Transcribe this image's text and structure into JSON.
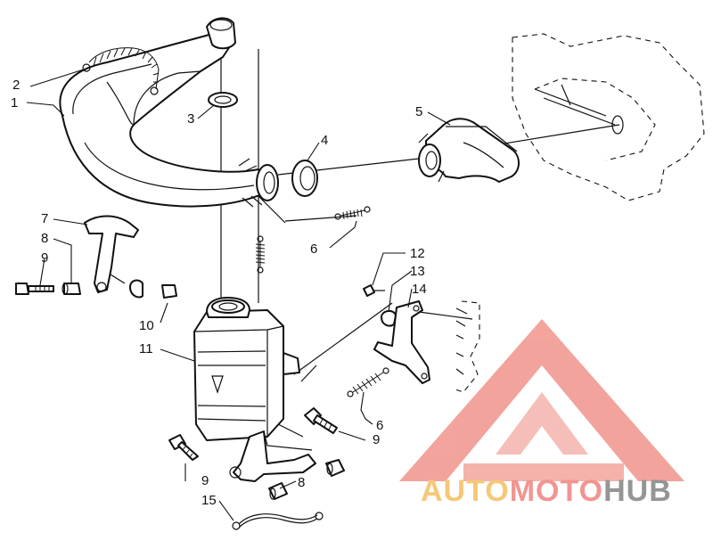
{
  "diagram": {
    "callouts": [
      {
        "id": "c1",
        "label": "1"
      },
      {
        "id": "c2",
        "label": "2"
      },
      {
        "id": "c3",
        "label": "3"
      },
      {
        "id": "c4",
        "label": "4"
      },
      {
        "id": "c5",
        "label": "5"
      },
      {
        "id": "c6a",
        "label": "6"
      },
      {
        "id": "c6b",
        "label": "6"
      },
      {
        "id": "c7",
        "label": "7"
      },
      {
        "id": "c8a",
        "label": "8"
      },
      {
        "id": "c8b",
        "label": "8"
      },
      {
        "id": "c9a",
        "label": "9"
      },
      {
        "id": "c9b",
        "label": "9"
      },
      {
        "id": "c9c",
        "label": "9"
      },
      {
        "id": "c10",
        "label": "10"
      },
      {
        "id": "c11",
        "label": "11"
      },
      {
        "id": "c12",
        "label": "12"
      },
      {
        "id": "c13",
        "label": "13"
      },
      {
        "id": "c14",
        "label": "14"
      },
      {
        "id": "c15",
        "label": "15"
      }
    ]
  },
  "watermark": {
    "word_auto": "AUTO",
    "word_moto": "MOTO",
    "word_hub": "HUB",
    "colors": {
      "auto": "#f5c36a",
      "moto": "#f08a86",
      "hub": "#8a8a8a",
      "triangle": "#f19a92"
    }
  }
}
